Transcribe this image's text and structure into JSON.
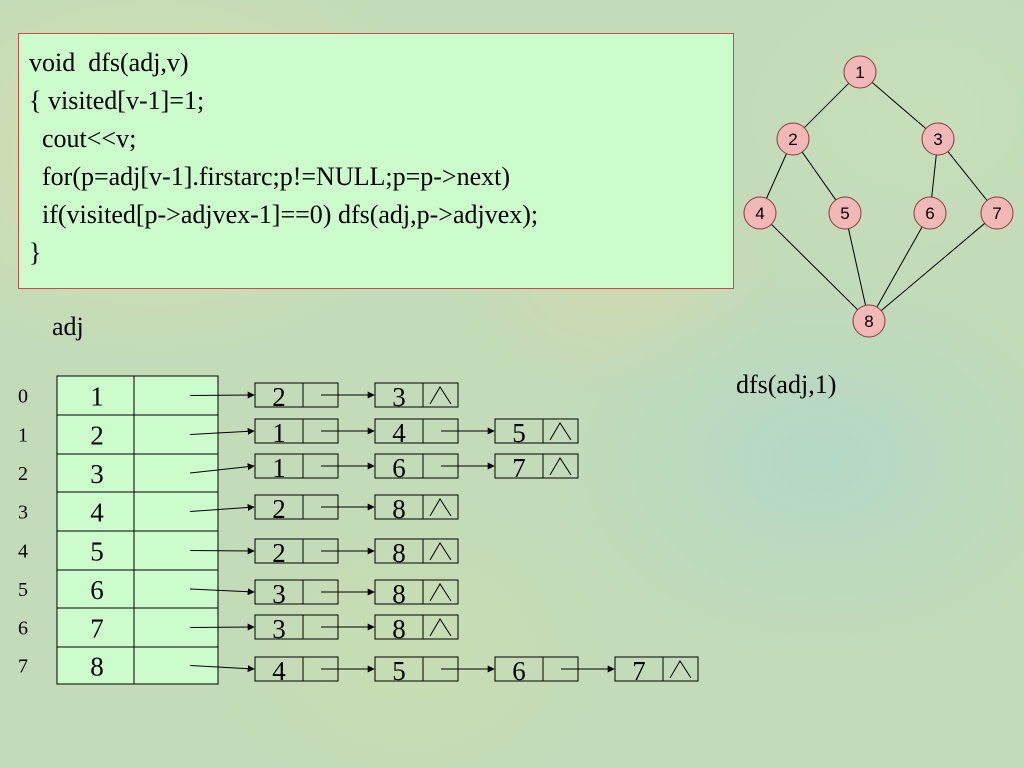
{
  "code": {
    "lines": [
      "void  dfs(adj,v)",
      "{ visited[v-1]=1;",
      "  cout<<v;",
      "  for(p=adj[v-1].firstarc;p!=NULL;p=p->next)",
      "  if(visited[p->adjvex-1]==0) dfs(adj,p->adjvex);",
      "}"
    ]
  },
  "labels": {
    "adj": "adj",
    "call": "dfs(adj,1)"
  },
  "graph": {
    "nodes": [
      "1",
      "2",
      "3",
      "4",
      "5",
      "6",
      "7",
      "8"
    ],
    "edges": [
      [
        "1",
        "2"
      ],
      [
        "1",
        "3"
      ],
      [
        "2",
        "4"
      ],
      [
        "2",
        "5"
      ],
      [
        "3",
        "6"
      ],
      [
        "3",
        "7"
      ],
      [
        "4",
        "8"
      ],
      [
        "5",
        "8"
      ],
      [
        "6",
        "8"
      ],
      [
        "7",
        "8"
      ]
    ]
  },
  "adjacency": {
    "indices": [
      "0",
      "1",
      "2",
      "3",
      "4",
      "5",
      "6",
      "7"
    ],
    "vertices": [
      "1",
      "2",
      "3",
      "4",
      "5",
      "6",
      "7",
      "8"
    ],
    "lists": [
      [
        "2",
        "3"
      ],
      [
        "1",
        "4",
        "5"
      ],
      [
        "1",
        "6",
        "7"
      ],
      [
        "2",
        "8"
      ],
      [
        "2",
        "8"
      ],
      [
        "3",
        "8"
      ],
      [
        "3",
        "8"
      ],
      [
        "4",
        "5",
        "6",
        "7"
      ]
    ]
  },
  "colors": {
    "code_bg": "#ccfccc",
    "code_border": "#c0504d",
    "node_fill": "#f2b8b8",
    "node_stroke": "#8b3a3a",
    "cell_fill": "#ccfccc"
  }
}
